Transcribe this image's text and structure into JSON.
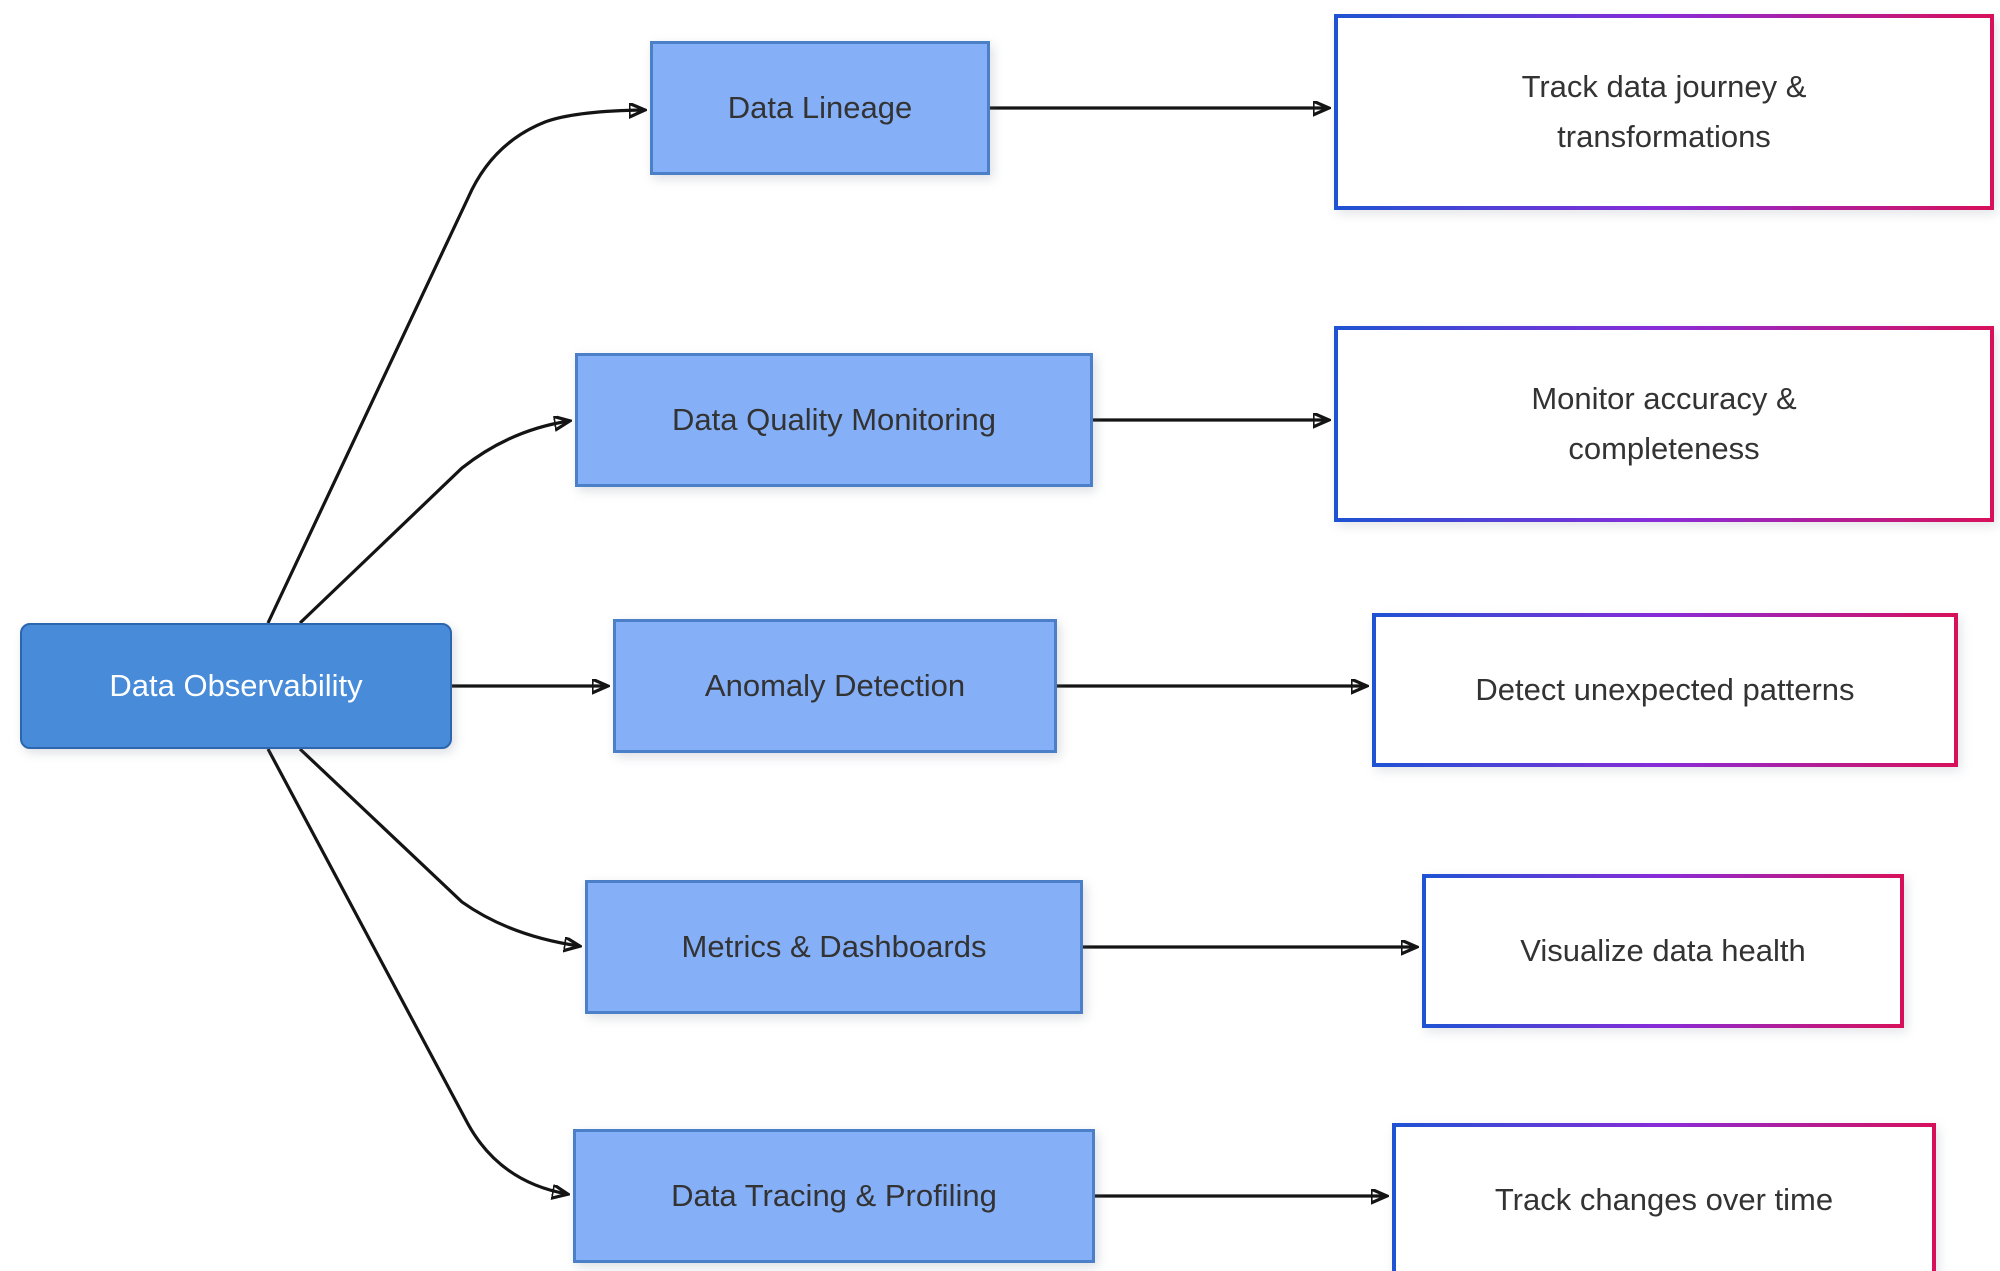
{
  "root": {
    "label": "Data Observability"
  },
  "branches": [
    {
      "feature": "Data Lineage",
      "description": "Track data journey &\ntransformations"
    },
    {
      "feature": "Data Quality Monitoring",
      "description": "Monitor accuracy &\ncompleteness"
    },
    {
      "feature": "Anomaly Detection",
      "description": "Detect unexpected patterns"
    },
    {
      "feature": "Metrics & Dashboards",
      "description": "Visualize data health"
    },
    {
      "feature": "Data Tracing & Profiling",
      "description": "Track changes over time"
    }
  ],
  "colors": {
    "root_fill": "#478BD9",
    "root_border": "#2B66AE",
    "feature_fill": "#85AFF7",
    "feature_border": "#4B80C8",
    "edge": "#141414",
    "description_border_left": "#1E53D4",
    "description_border_mid": "#8A2BD8",
    "description_border_right": "#D8105A",
    "text_dark": "#333333",
    "text_light": "#FFFFFF"
  }
}
